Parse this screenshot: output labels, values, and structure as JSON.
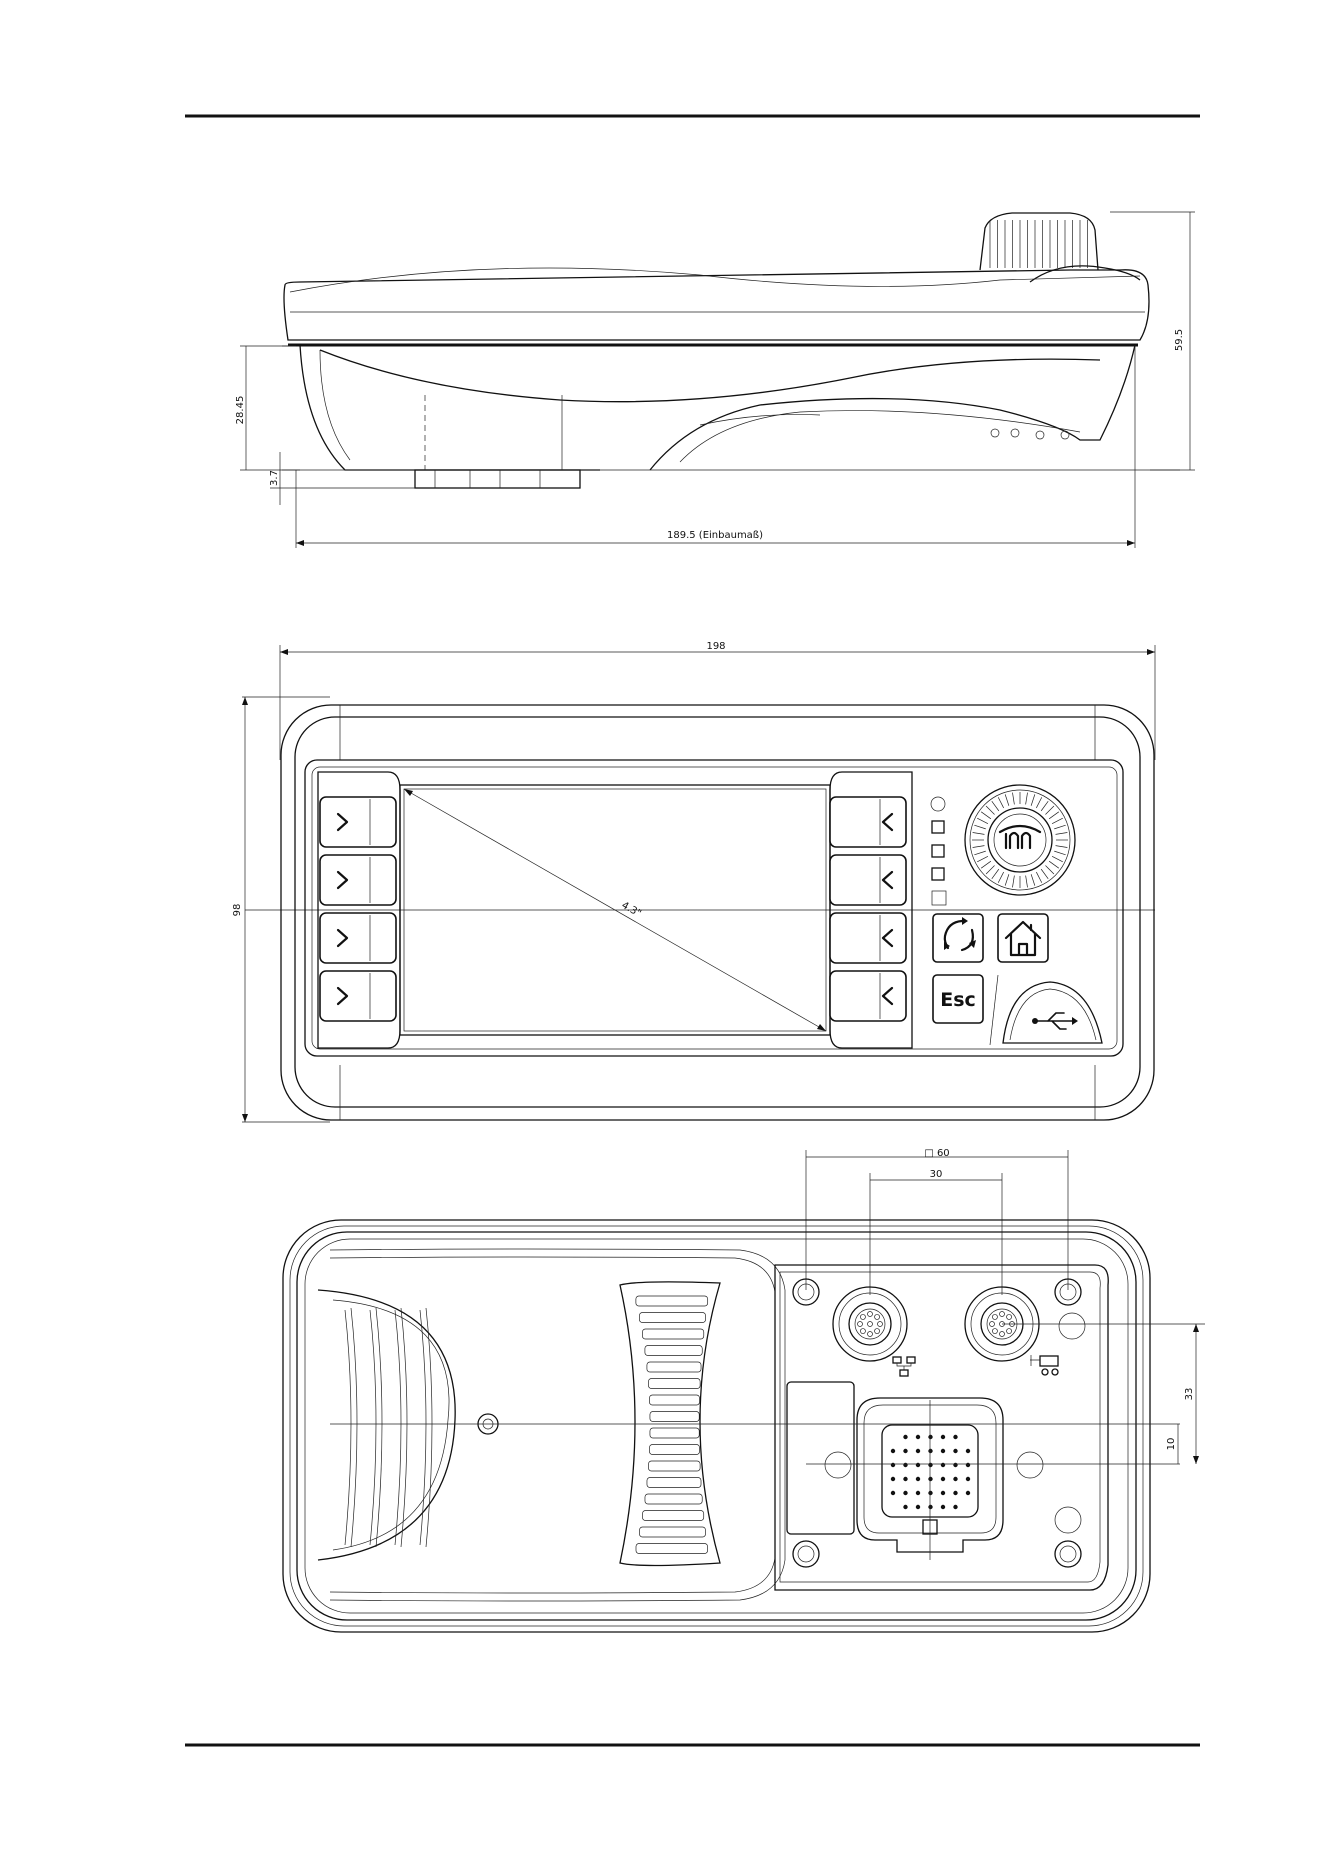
{
  "side_view": {
    "dim_height_total": "59.5",
    "dim_height_body": "28.45",
    "dim_flange": "3.7",
    "dim_install_depth": "189.5 (Einbaumaß)"
  },
  "front_view": {
    "dim_width": "198",
    "dim_height": "98",
    "dim_screen_diagonal": "4.3\"",
    "esc_key_label": "Esc"
  },
  "rear_view": {
    "dim_hole_pattern": "□ 60",
    "dim_connector_spacing": "30",
    "dim_vertical_33": "33",
    "dim_vertical_10": "10"
  }
}
